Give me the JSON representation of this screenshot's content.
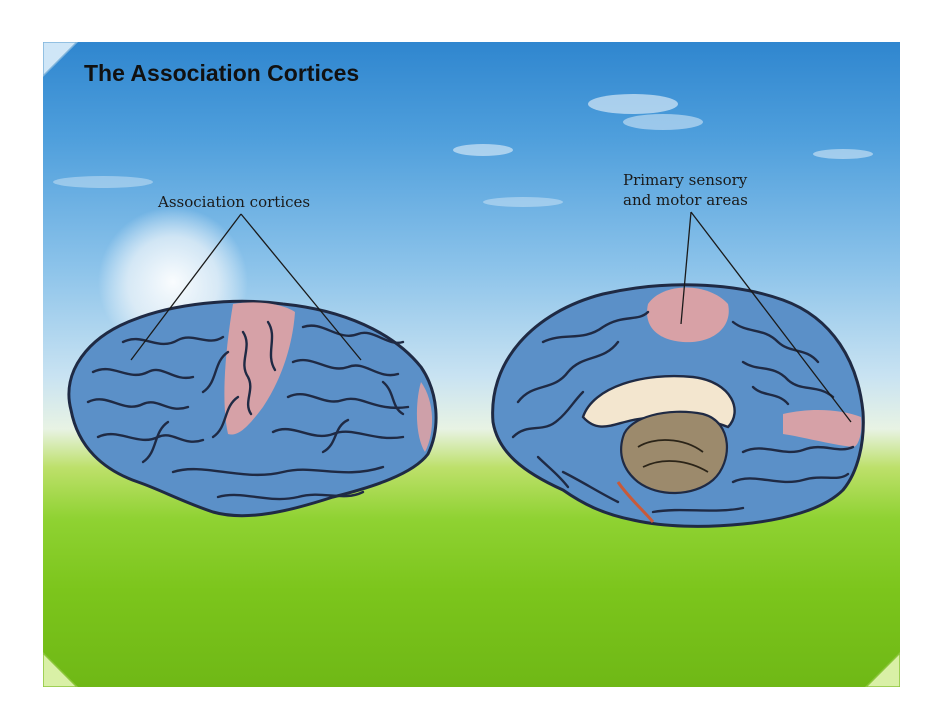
{
  "slide": {
    "title": "The Association Cortices"
  },
  "figure": {
    "left_label": "Association cortices",
    "right_label_line1": "Primary sensory",
    "right_label_line2": "and motor areas"
  },
  "colors": {
    "cortex_blue": "#5b90c8",
    "primary_area_pink": "#e3a3a3",
    "sulci_dark": "#1f2a44"
  }
}
